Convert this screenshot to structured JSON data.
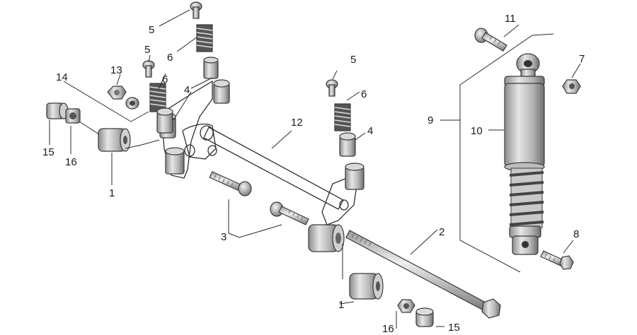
{
  "labels": {
    "l1a": "1",
    "l1b": "1",
    "l2": "2",
    "l3": "3",
    "l4a": "4",
    "l4b": "4",
    "l5a": "5",
    "l5b": "5",
    "l5c": "5",
    "l6a": "6",
    "l6b": "6",
    "l7": "7",
    "l8": "8",
    "l9": "9",
    "l10": "10",
    "l11": "11",
    "l12": "12",
    "l13": "13",
    "l14": "14",
    "l15a": "15",
    "l15b": "15",
    "l16a": "16",
    "l16b": "16"
  }
}
